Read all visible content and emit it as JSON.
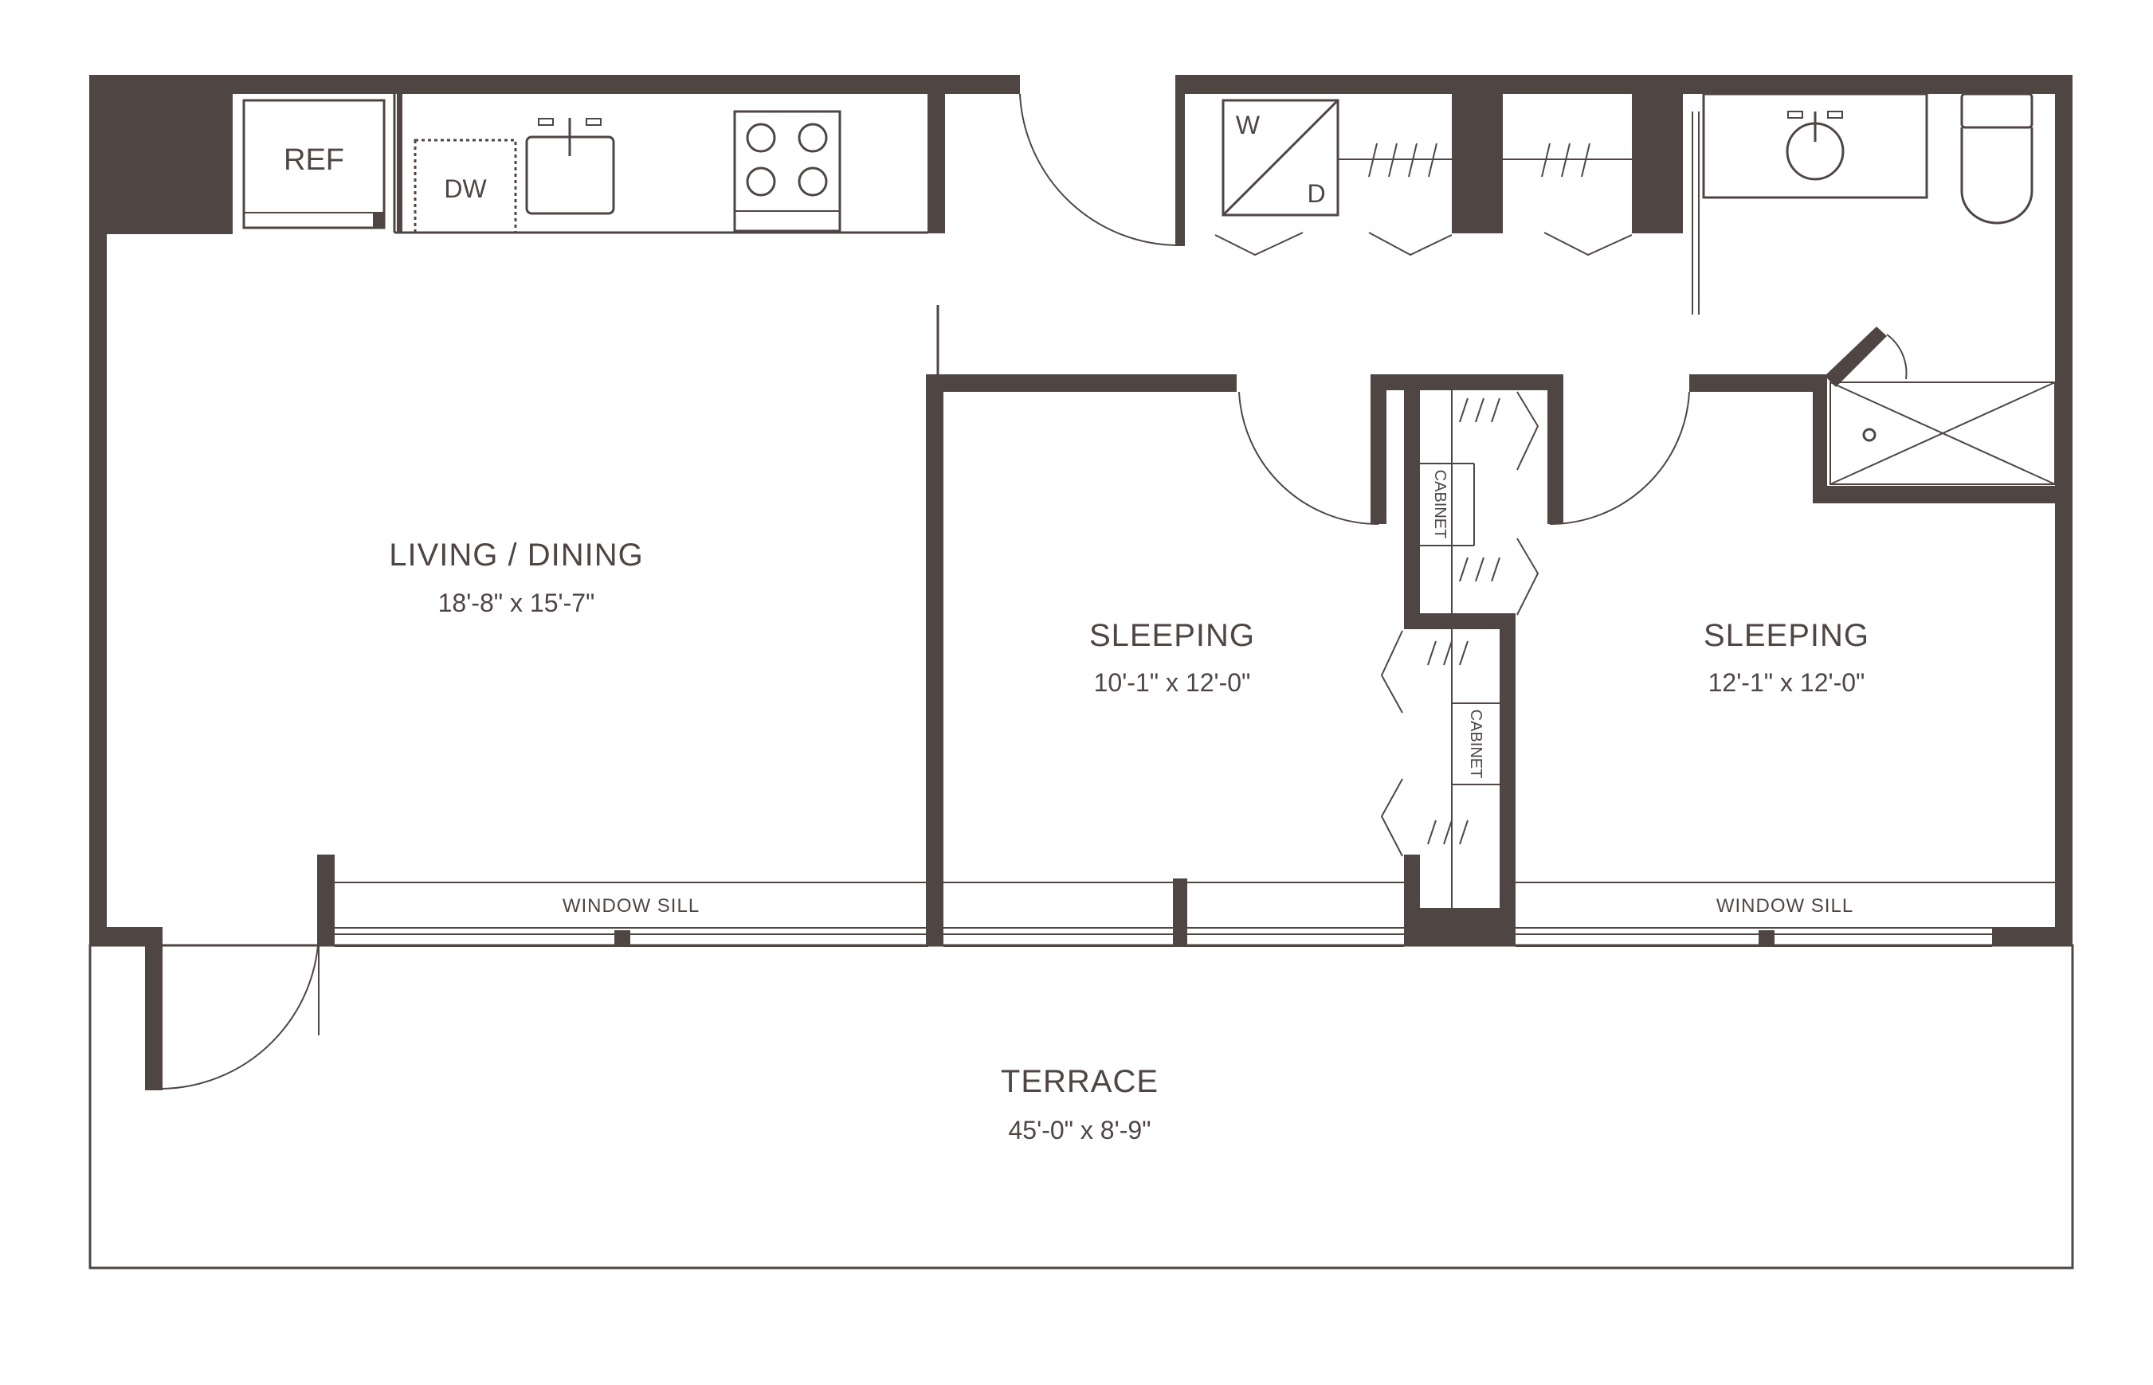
{
  "rooms": {
    "living": {
      "name": "LIVING / DINING",
      "size": "18'-8\" x 15'-7\""
    },
    "sleeping_1": {
      "name": "SLEEPING",
      "size": "10'-1\" x 12'-0\""
    },
    "sleeping_2": {
      "name": "SLEEPING",
      "size": "12'-1\" x 12'-0\""
    },
    "terrace": {
      "name": "TERRACE",
      "size": "45'-0\" x 8'-9\""
    }
  },
  "labels": {
    "window_sill_left": "WINDOW SILL",
    "window_sill_right": "WINDOW SILL",
    "cabinet_1": "CABINET",
    "cabinet_2": "CABINET"
  },
  "fixtures": {
    "refrigerator": "REF",
    "dishwasher": "DW",
    "washer": "W",
    "dryer": "D"
  },
  "colors": {
    "wall": "#4f4644",
    "background": "#ffffff"
  }
}
